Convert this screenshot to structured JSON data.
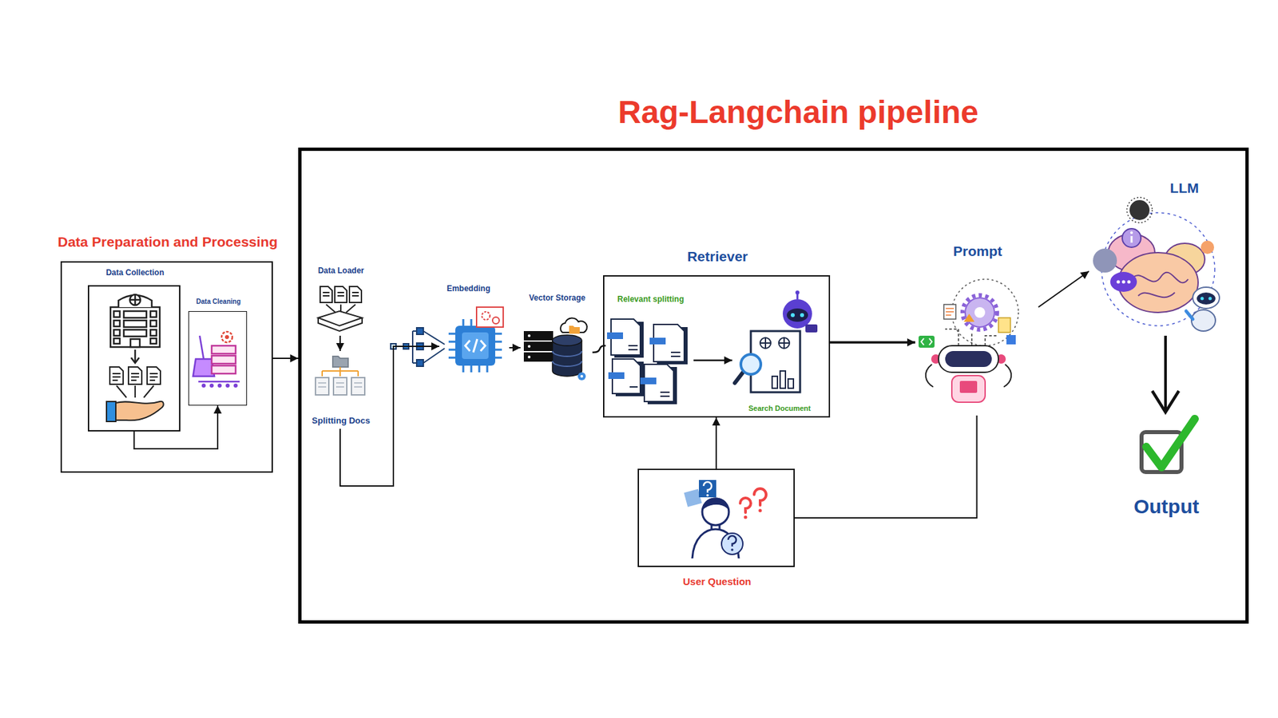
{
  "diagram": {
    "nodes": [
      {
        "text": [
          "Data Preparation and Processing"
        ]
      },
      {
        "text": [
          "Data Collection"
        ],
        "in": 0
      },
      {
        "text": [
          "Data Cleaning"
        ],
        "in": 0
      },
      {
        "text": [
          "Rag-Langchain pipeline"
        ]
      },
      {
        "text": [
          "Data Loader"
        ],
        "in": 3
      },
      {
        "text": [
          "Splitting Docs"
        ],
        "in": 3
      },
      {
        "text": [
          "Embedding"
        ],
        "in": 3
      },
      {
        "text": [
          "Vector Storage"
        ],
        "in": 3
      },
      {
        "text": [
          "Retriever"
        ],
        "in": 3
      },
      {
        "text": [
          "Relevant splitting"
        ],
        "in": 8
      },
      {
        "text": [
          "Search Document"
        ],
        "in": 8
      },
      {
        "text": [
          "User Question"
        ],
        "in": 3
      },
      {
        "text": [
          "Prompt"
        ],
        "in": 3
      },
      {
        "text": [
          "LLM"
        ],
        "in": 3
      },
      {
        "text": [
          "Output"
        ],
        "in": 3
      }
    ],
    "edges": [
      {
        "from": 1,
        "to": 2,
        "arrow": "to"
      },
      {
        "from": 0,
        "to": 3,
        "arrow": "to"
      },
      {
        "from": 4,
        "to": 5,
        "arrow": "to"
      },
      {
        "from": 5,
        "to": 6,
        "arrow": "to"
      },
      {
        "from": 6,
        "to": 7,
        "arrow": "to"
      },
      {
        "from": 7,
        "to": 9,
        "arrow": "none"
      },
      {
        "from": 9,
        "to": 10,
        "arrow": "to"
      },
      {
        "from": 11,
        "to": 8,
        "arrow": "to"
      },
      {
        "from": 8,
        "to": 12,
        "arrow": "to"
      },
      {
        "from": 11,
        "to": 12,
        "arrow": "none"
      },
      {
        "from": 12,
        "to": 13,
        "arrow": "to"
      },
      {
        "from": 13,
        "to": 14,
        "arrow": "to"
      }
    ]
  }
}
